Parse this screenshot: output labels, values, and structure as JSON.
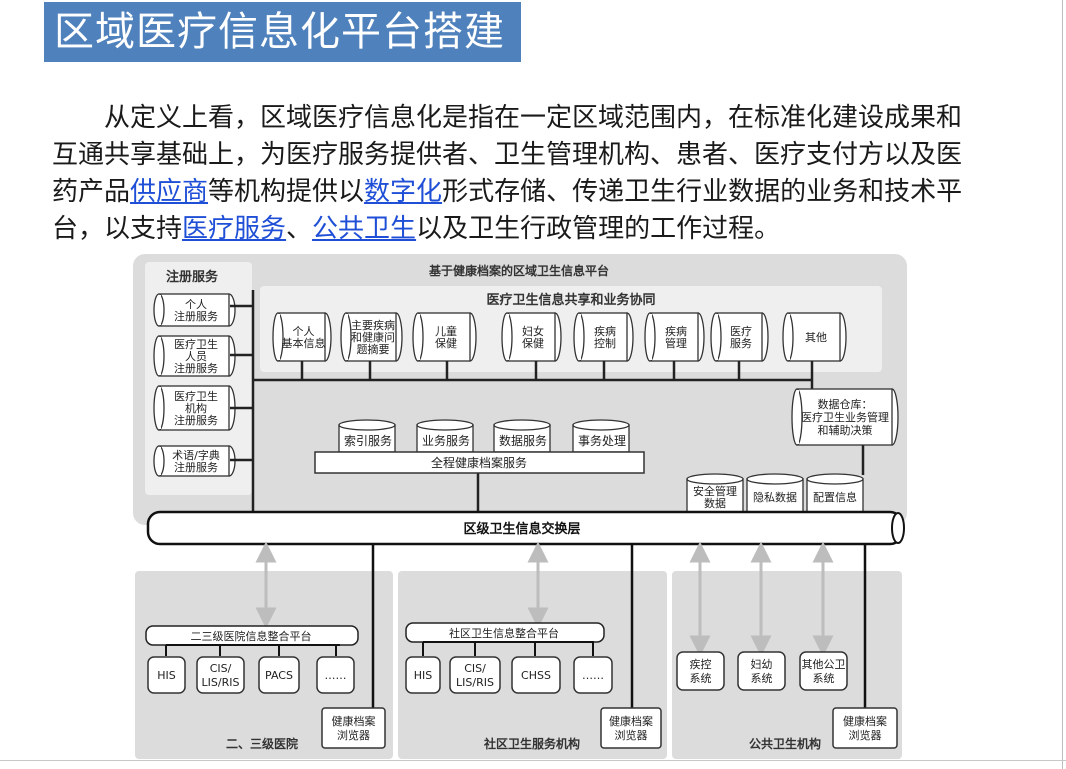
{
  "title": "区域医疗信息化平台搭建",
  "paragraph": {
    "line1": "从定义上看，区域医疗信息化是指在一定区域范围内，在标准化建设成果和",
    "line2": "互通共享基础上，为医疗服务提供者、卫生管理机构、患者、医疗支付方以及医",
    "line3_a": "药产品",
    "line3_link1": "供应商",
    "line3_b": "等机构提供以",
    "line3_link2": "数字化",
    "line3_c": "形式存储、传递卫生行业数据的业务和技术平",
    "line4_a": "台，以支持",
    "line4_link1": "医疗服务",
    "line4_b": "、",
    "line4_link2": "公共卫生",
    "line4_c": "以及卫生行政管理的工作过程。"
  },
  "diagram": {
    "platform_title": "基于健康档案的区域卫生信息平台",
    "registration": {
      "title": "注册服务",
      "items": [
        [
          "个人",
          "注册服务"
        ],
        [
          "医疗卫生",
          "人员",
          "注册服务"
        ],
        [
          "医疗卫生",
          "机构",
          "注册服务"
        ],
        [
          "术语/字典",
          "注册服务"
        ]
      ]
    },
    "sharing": {
      "title": "医疗卫生信息共享和业务协同",
      "items": [
        [
          "个人",
          "基本信息"
        ],
        [
          "主要疾病",
          "和健康问",
          "题摘要"
        ],
        [
          "儿童",
          "保健"
        ],
        [
          "妇女",
          "保健"
        ],
        [
          "疾病",
          "控制"
        ],
        [
          "疾病",
          "管理"
        ],
        [
          "医疗",
          "服务"
        ],
        [
          "其他"
        ]
      ]
    },
    "warehouse": [
      "数据仓库：",
      "医疗卫生业务管理",
      "和辅助决策"
    ],
    "services": [
      "索引服务",
      "业务服务",
      "数据服务",
      "事务处理"
    ],
    "ehr_service": "全程健康档案服务",
    "security": [
      [
        "安全管理",
        "数据"
      ],
      [
        "隐私数据"
      ],
      [
        "配置信息"
      ]
    ],
    "exchange_layer": "区级卫生信息交换层",
    "hospital": {
      "label": "二、三级医院",
      "platform": "二三级医院信息整合平台",
      "systems": [
        [
          "HIS"
        ],
        [
          "CIS/",
          "LIS/RIS"
        ],
        [
          "PACS"
        ],
        [
          "……"
        ]
      ],
      "browser": [
        "健康档案",
        "浏览器"
      ]
    },
    "community": {
      "label": "社区卫生服务机构",
      "platform": "社区卫生信息整合平台",
      "systems": [
        [
          "HIS"
        ],
        [
          "CIS/",
          "LIS/RIS"
        ],
        [
          "CHSS"
        ],
        [
          "……"
        ]
      ],
      "browser": [
        "健康档案",
        "浏览器"
      ]
    },
    "public_health": {
      "label": "公共卫生机构",
      "systems": [
        [
          "疾控",
          "系统"
        ],
        [
          "妇幼",
          "系统"
        ],
        [
          "其他公卫",
          "系统"
        ]
      ],
      "browser": [
        "健康档案",
        "浏览器"
      ]
    }
  },
  "colors": {
    "title_bg": "#4f81bd",
    "link": "#1f4fd6",
    "panel": "#dcdcdc",
    "inner": "#efefef"
  }
}
